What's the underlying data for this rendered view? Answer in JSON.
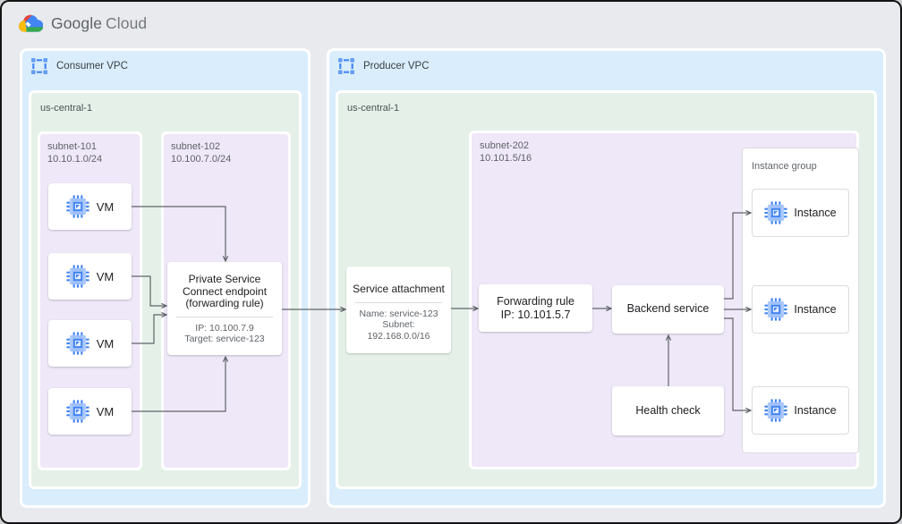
{
  "logo": {
    "brand": "Google",
    "product": "Cloud"
  },
  "colors": {
    "canvas_bg": "#E8EAED",
    "vpc_bg": "#D9EDFC",
    "region_bg": "#E5F1E8",
    "subnet_bg": "#EFE8F8",
    "node_bg": "#FFFFFF",
    "node_border": "#DADCE0",
    "accent_blue": "#4285F4",
    "icon_light_blue": "#AECBFA",
    "arrow": "#5F6368",
    "text_dark": "#202124",
    "text_gray": "#5F6368"
  },
  "icons": {
    "logo": "google-cloud-logo",
    "vpc": "vpc-network-icon",
    "vm": "compute-engine-icon",
    "instance": "compute-engine-icon"
  },
  "consumer_vpc": {
    "label": "Consumer VPC",
    "region_label": "us-central-1",
    "subnet101": {
      "name": "subnet-101",
      "cidr": "10.10.1.0/24",
      "vms": [
        {
          "label": "VM"
        },
        {
          "label": "VM"
        },
        {
          "label": "VM"
        },
        {
          "label": "VM"
        }
      ]
    },
    "subnet102": {
      "name": "subnet-102",
      "cidr": "10.100.7.0/24",
      "endpoint": {
        "line1": "Private Service",
        "line2": "Connect endpoint",
        "line3": "(forwarding rule)",
        "ip": "IP: 10.100.7.9",
        "target": "Target: service-123"
      }
    }
  },
  "producer_vpc": {
    "label": "Producer VPC",
    "region_label": "us-central-1",
    "service_attachment": {
      "title": "Service attachment",
      "name": "Name: service-123",
      "subnet_label": "Subnet:",
      "subnet_cidr": "192.168.0.0/16"
    },
    "subnet202": {
      "name": "subnet-202",
      "cidr": "10.101.5/16",
      "forwarding_rule": {
        "title": "Forwarding rule",
        "ip": "IP: 10.101.5.7"
      },
      "backend_service": {
        "title": "Backend service"
      },
      "health_check": {
        "title": "Health check"
      },
      "instance_group": {
        "label": "Instance group",
        "instances": [
          {
            "label": "Instance"
          },
          {
            "label": "Instance"
          },
          {
            "label": "Instance"
          }
        ]
      }
    }
  }
}
